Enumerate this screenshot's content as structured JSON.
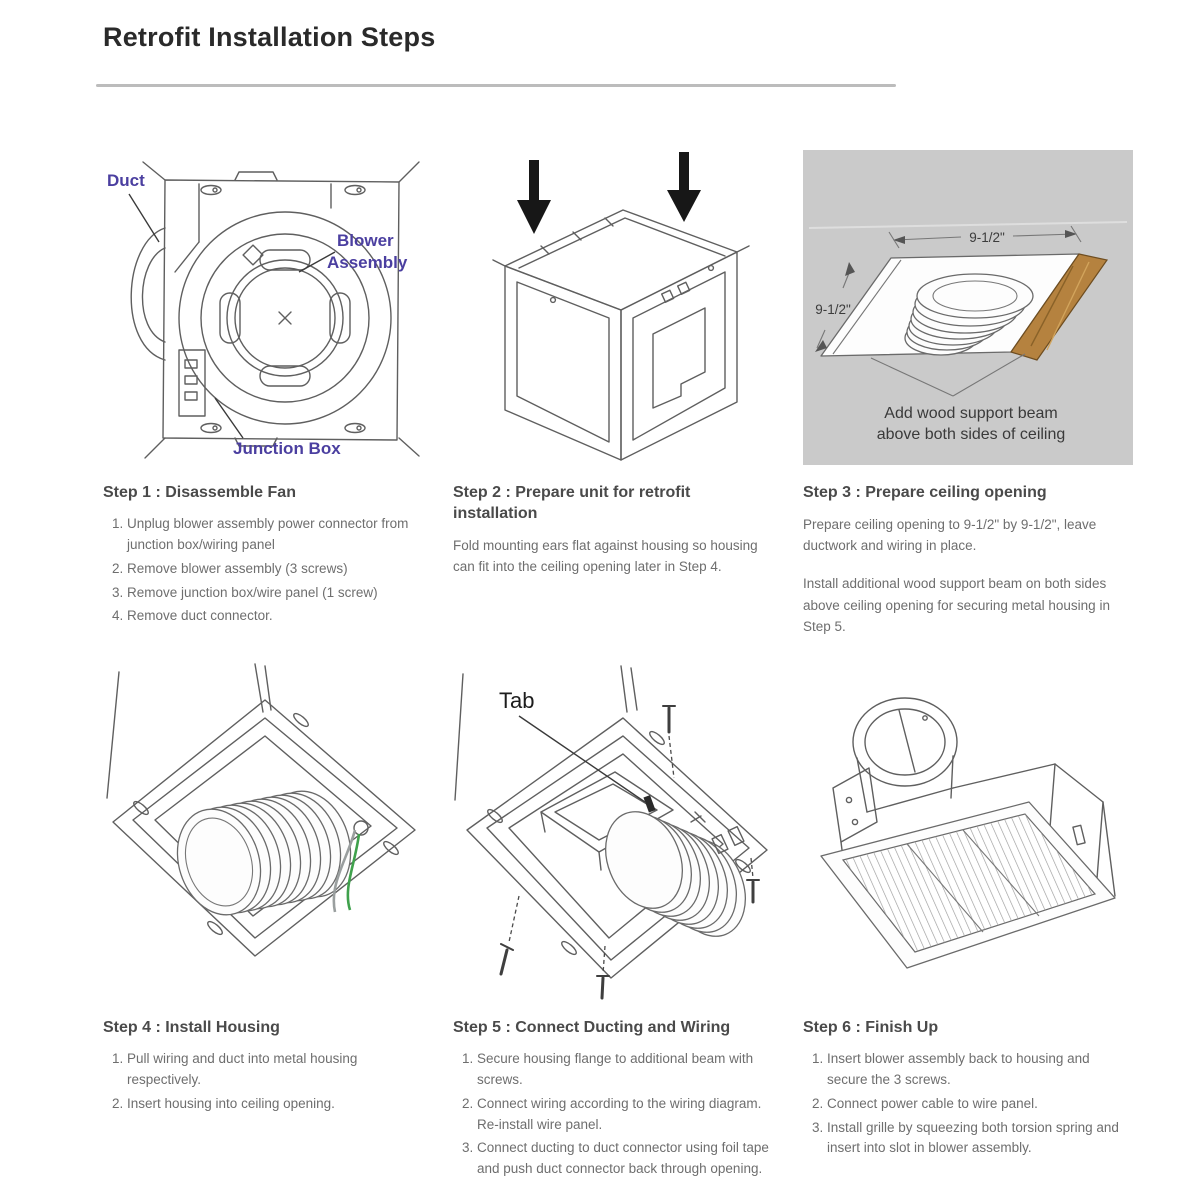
{
  "page": {
    "title": "Retrofit Installation Steps"
  },
  "steps": [
    {
      "heading": "Step 1 : Disassemble Fan",
      "items": [
        "Unplug blower assembly power connector from junction box/wiring panel",
        "Remove blower assembly (3 screws)",
        "Remove junction box/wire panel (1 screw)",
        "Remove duct connector."
      ]
    },
    {
      "heading": "Step 2 : Prepare unit for retrofit installation",
      "paragraphs": [
        "Fold mounting ears flat against housing so housing can fit into the ceiling opening later in Step 4."
      ]
    },
    {
      "heading": "Step 3 : Prepare ceiling opening",
      "paragraphs": [
        "Prepare ceiling opening to 9-1/2\" by 9-1/2\", leave ductwork and wiring in place.",
        "Install additional wood support beam on both sides above ceiling opening for securing metal housing in Step 5."
      ]
    },
    {
      "heading": "Step 4 : Install Housing",
      "items": [
        "Pull wiring and duct into metal housing respectively.",
        "Insert housing into ceiling opening."
      ]
    },
    {
      "heading": "Step 5 : Connect Ducting and Wiring",
      "items": [
        "Secure housing flange to additional beam with screws.",
        "Connect wiring according to the wiring diagram. Re-install wire panel.",
        "Connect ducting to duct connector using foil tape and push duct connector back through opening."
      ]
    },
    {
      "heading": "Step 6 : Finish Up",
      "items": [
        "Insert blower assembly back to housing and secure the 3 screws.",
        "Connect power cable to wire panel.",
        "Install grille by squeezing both torsion spring and insert into slot in blower assembly."
      ]
    }
  ],
  "figures": {
    "fig1": {
      "duct": "Duct",
      "blower_line1": "Blower",
      "blower_line2": "Assembly",
      "junction": "Junction Box"
    },
    "fig3": {
      "dim_top": "9-1/2\"",
      "dim_left": "9-1/2\"",
      "note_line1": "Add wood support beam",
      "note_line2": "above both sides of ceiling"
    },
    "fig5": {
      "tab": "Tab"
    }
  },
  "colors": {
    "annotation_blue": "#4b3fa0",
    "wood_brown": "#b5823f",
    "panel_gray": "#cacaca",
    "line_gray": "#5f5f5f"
  }
}
